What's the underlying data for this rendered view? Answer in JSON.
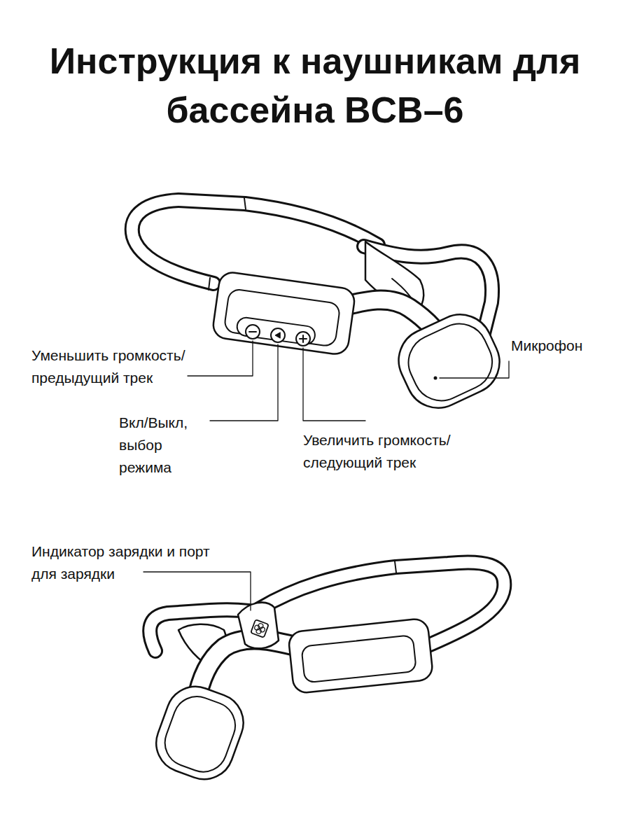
{
  "diagram": {
    "title": "Инструкция к наушникам для бассейна BCB–6",
    "labels": [
      "Уменьшить громкость/ предыдущий трек",
      "Микрофон",
      "Вкл/Выкл, выбор режима",
      "Увеличить громкость/ следующий трек",
      "Индикатор зарядки и порт для зарядки"
    ]
  }
}
